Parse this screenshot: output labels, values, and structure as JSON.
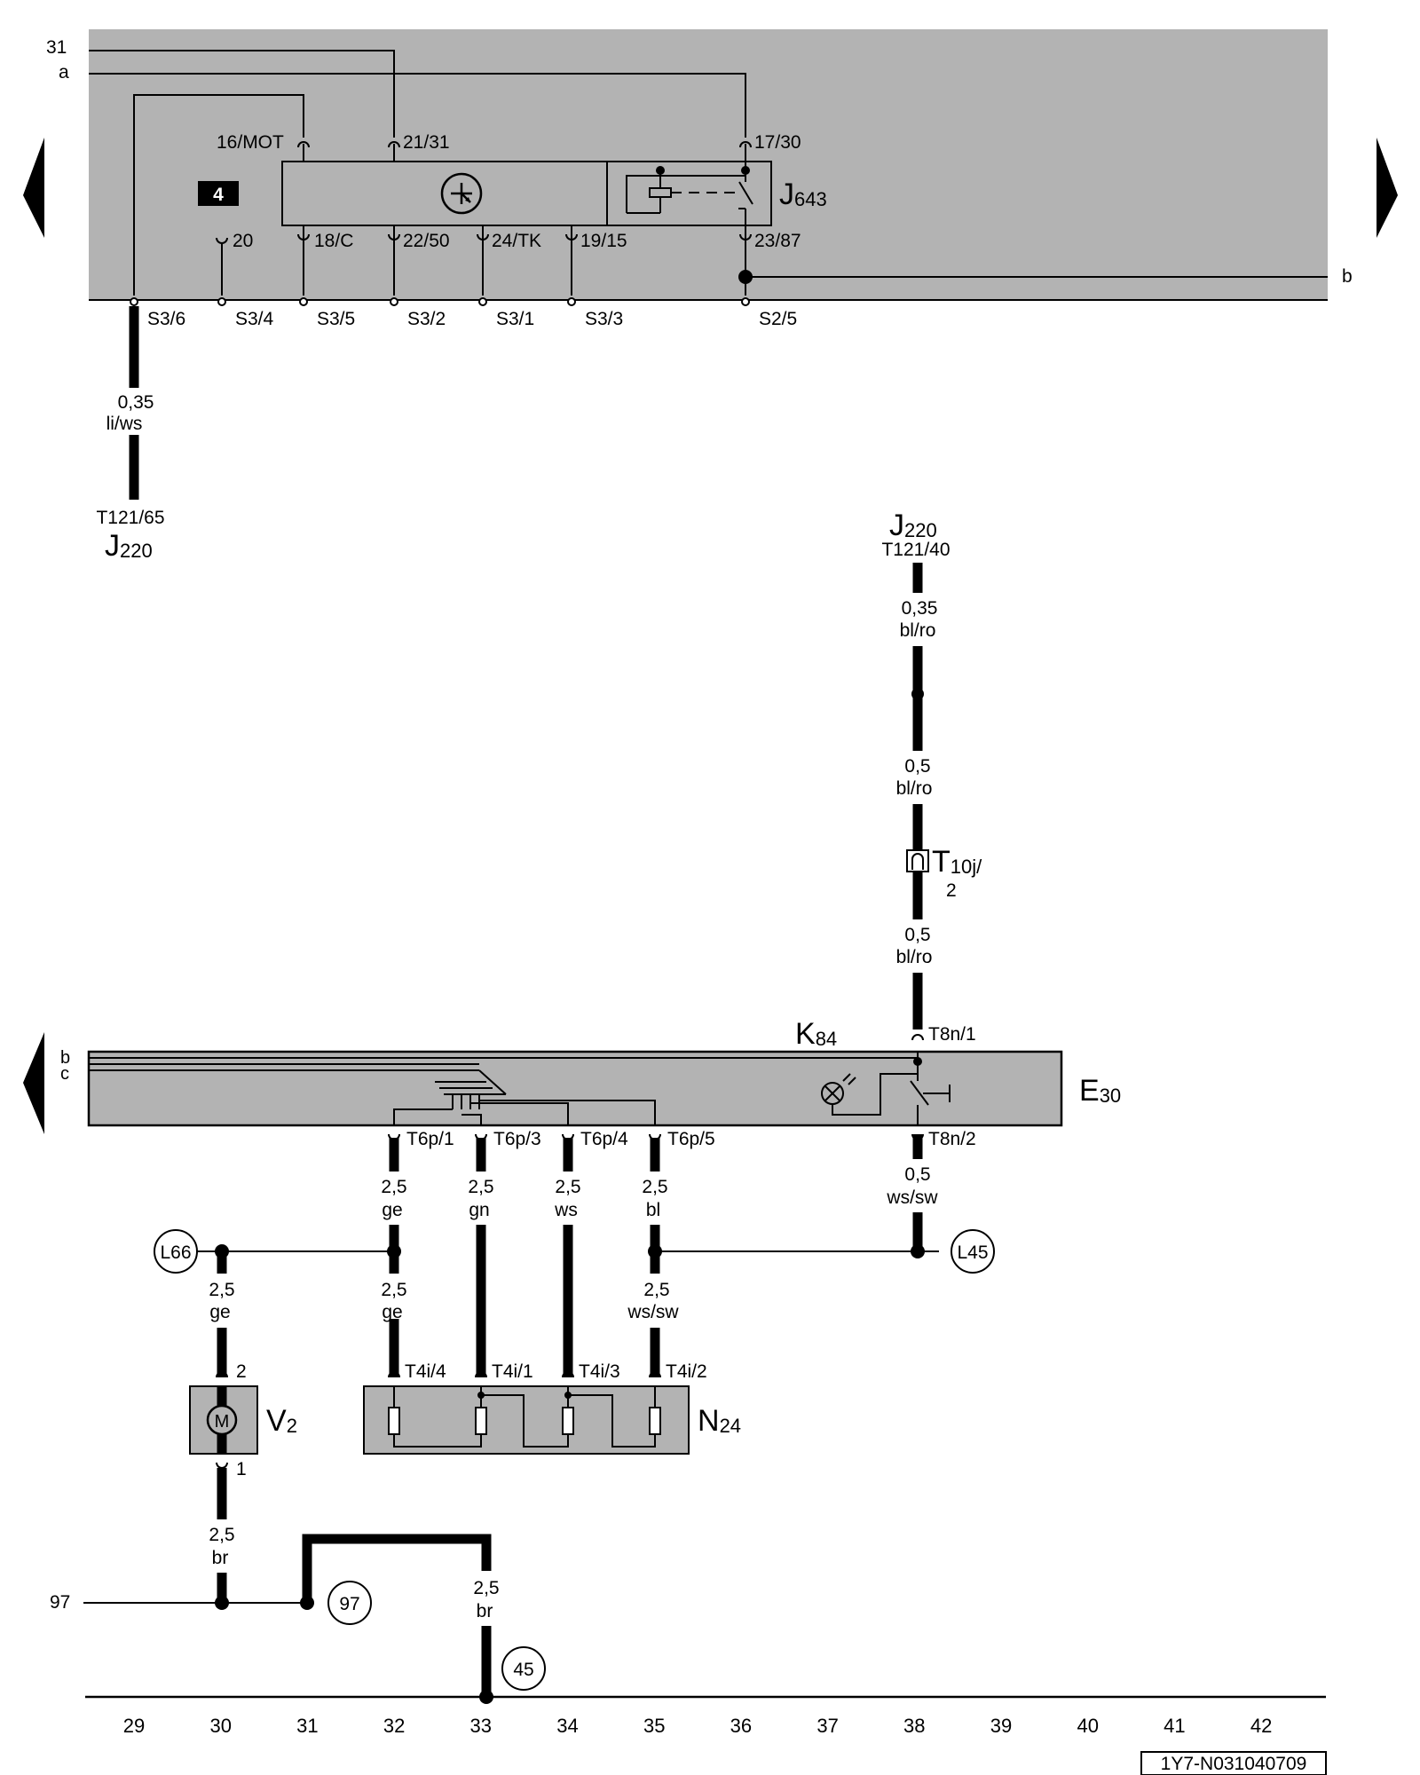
{
  "top_inputs": {
    "wire_31": "31",
    "wire_a": "a",
    "wire_b": "b"
  },
  "relay": {
    "component": "J",
    "component_sub": "643",
    "badge": "4",
    "pins_top": [
      "16/MOT",
      "21/31",
      "17/30"
    ],
    "pins_bottom": [
      "20",
      "18/C",
      "22/50",
      "24/TK",
      "19/15",
      "23/87"
    ],
    "connectors": [
      "S3/6",
      "S3/4",
      "S3/5",
      "S3/2",
      "S3/1",
      "S3/3",
      "S2/5"
    ]
  },
  "j220_left": {
    "wire_size": "0,35",
    "wire_color": "li/ws",
    "pin": "T121/65",
    "component": "J",
    "component_sub": "220"
  },
  "j220_right": {
    "component": "J",
    "component_sub": "220",
    "pin": "T121/40",
    "seg1_size": "0,35",
    "seg1_color": "bl/ro",
    "seg2_size": "0,5",
    "seg2_color": "bl/ro",
    "connector": "T",
    "connector_sub": "10j/",
    "connector_pin": "2",
    "seg3_size": "0,5",
    "seg3_color": "bl/ro"
  },
  "switch": {
    "component": "E",
    "component_sub": "30",
    "lamp": "K",
    "lamp_sub": "84",
    "left_b": "b",
    "left_c": "c",
    "pin_in": "T8n/1",
    "pin_out": "T8n/2",
    "out_size": "0,5",
    "out_color": "ws/sw",
    "t6p": [
      "T6p/1",
      "T6p/3",
      "T6p/4",
      "T6p/5"
    ],
    "t6p_sizes": [
      "2,5",
      "2,5",
      "2,5",
      "2,5"
    ],
    "t6p_colors": [
      "ge",
      "gn",
      "ws",
      "bl"
    ]
  },
  "refs": {
    "l66": "L66",
    "l45": "L45",
    "r97": "97",
    "r45": "45",
    "wire_97": "97"
  },
  "motor": {
    "component": "V",
    "component_sub": "2",
    "symbol": "M",
    "pin_top": "2",
    "pin_bottom": "1",
    "in_size": "2,5",
    "in_color": "ge",
    "out_size": "2,5",
    "out_color": "br"
  },
  "resistor": {
    "component": "N",
    "component_sub": "24",
    "pins": [
      "T4i/4",
      "T4i/1",
      "T4i/3",
      "T4i/2"
    ],
    "seg_left_size": "2,5",
    "seg_left_color": "ge",
    "seg_right_size": "2,5",
    "seg_right_color": "ws/sw"
  },
  "ground": {
    "size": "2,5",
    "color": "br"
  },
  "columns": [
    "29",
    "30",
    "31",
    "32",
    "33",
    "34",
    "35",
    "36",
    "37",
    "38",
    "39",
    "40",
    "41",
    "42"
  ],
  "doc_id": "1Y7-N031040709"
}
